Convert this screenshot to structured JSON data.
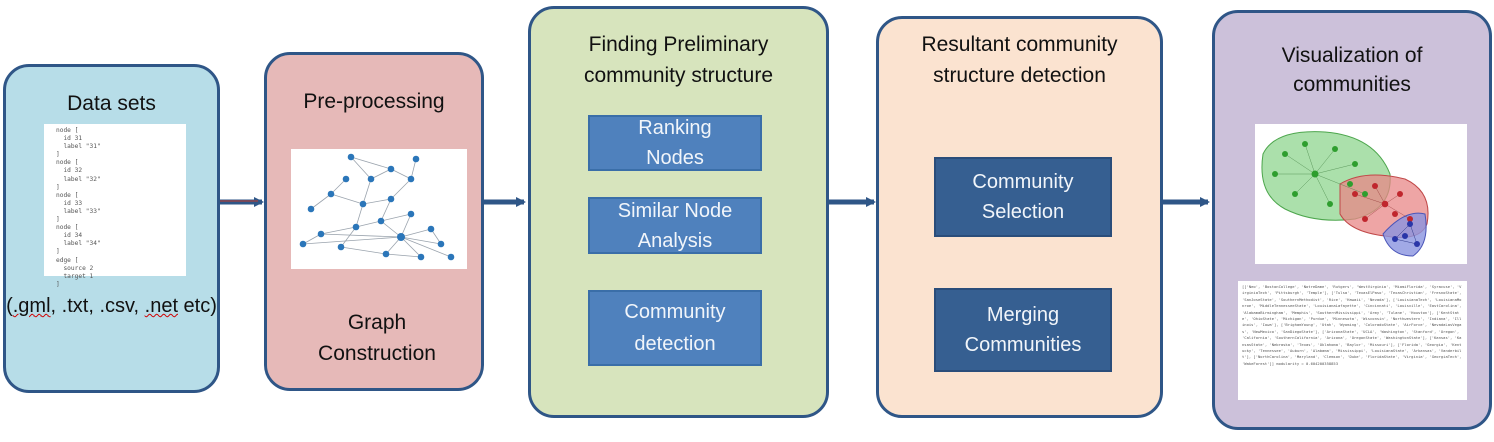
{
  "stages": [
    {
      "title": "Data sets",
      "formats": "(.gml, .txt, .csv, .net etc)"
    },
    {
      "title": "Pre-processing",
      "caption": "Graph Construction"
    },
    {
      "title": "Finding Preliminary community structure",
      "steps": [
        "Ranking Nodes",
        "Similar Node Analysis",
        "Community detection"
      ]
    },
    {
      "title": "Resultant community structure detection",
      "steps": [
        "Community Selection",
        "Merging Communities"
      ]
    },
    {
      "title": "Visualization of communities"
    }
  ],
  "gml_snippet": "node [\n  id 31\n  label \"31\"\n]\nnode [\n  id 32\n  label \"32\"\n]\nnode [\n  id 33\n  label \"33\"\n]\nnode [\n  id 34\n  label \"34\"\n]\nedge [\n  source 2\n  target 1\n]",
  "output_text": "[['Neo', 'BostonCollege', 'NotreDame', 'Rutgers', 'WestVirginia', 'MiamiFlorida', 'Syracuse', 'VirginiaTech', 'Pittsburgh', 'Temple'], ['Tulsa', 'TexasElPaso', 'TexasChristian', 'FresnoState', 'SanJoseState', 'SouthernMethodist', 'Rice', 'Hawaii', 'Nevada'], ['LouisianaTech', 'LouisianaMonroe', 'MiddleTennesseeState', 'LouisianaLafayette', 'Cincinnati', 'Louisville', 'EastCarolina', 'AlabamaBirmingham', 'Memphis', 'SouthernMississippi', 'Army', 'Tulane', 'Houston'], ['KentState', 'OhioState', 'Michigan', 'Purdue', 'Minnesota', 'Wisconsin', 'Northwestern', 'Indiana', 'Illinois', 'Iowa'], ['BrighamYoung', 'Utah', 'Wyoming', 'ColoradoState', 'AirForce', 'NevadaLasVegas', 'NewMexico', 'SanDiegoState'], ['ArizonaState', 'UCLA', 'Washington', 'Stanford', 'Oregon', 'California', 'SouthernCalifornia', 'Arizona', 'OregonState', 'WashingtonState'], ['Kansas', 'KansasState', 'Nebraska', 'Texas', 'Oklahoma', 'Baylor', 'Missouri'], ['Florida', 'Georgia', 'Kentucky', 'Tennessee', 'Auburn', 'Alabama', 'Mississippi', 'LouisianaState', 'Arkansas', 'Vanderbilt'], ['NorthCarolina', 'Maryland', 'Clemson', 'Duke', 'FloridaState', 'Virginia', 'GeorgiaTech', 'WakeForest']] modularity = 0.604200358853"
}
